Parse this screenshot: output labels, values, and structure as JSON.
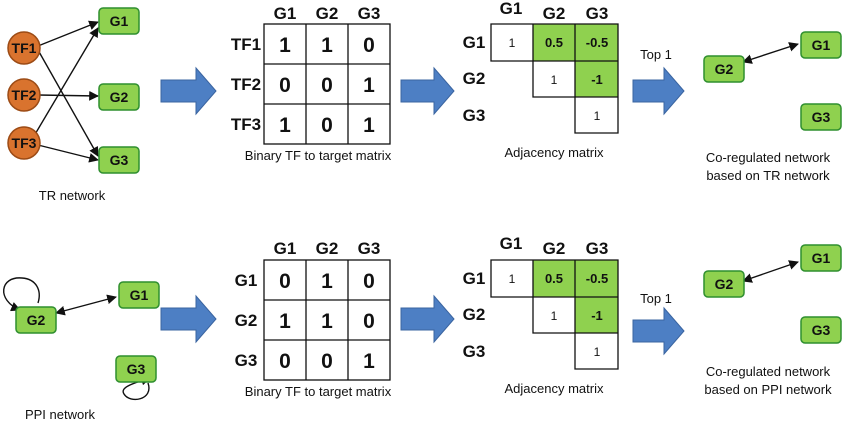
{
  "colors": {
    "gene_fill": "#8fd14f",
    "gene_stroke": "#2f8f2f",
    "tf_fill": "#d9732e",
    "tf_stroke": "#9c4b15",
    "arrow_fill": "#4d7fc4",
    "arrow_stroke": "#3a64a0",
    "highlight": "#8fd14f"
  },
  "rows": [
    {
      "network_label": "TR network",
      "tf_nodes": [
        "TF1",
        "TF2",
        "TF3"
      ],
      "gene_nodes": [
        "G1",
        "G2",
        "G3"
      ],
      "binary_matrix": {
        "col_headers": [
          "G1",
          "G2",
          "G3"
        ],
        "row_headers": [
          "TF1",
          "TF2",
          "TF3"
        ],
        "values": [
          [
            "1",
            "1",
            "0"
          ],
          [
            "0",
            "0",
            "1"
          ],
          [
            "1",
            "0",
            "1"
          ]
        ],
        "caption": "Binary TF to target matrix"
      },
      "adjacency": {
        "col_headers": [
          "G1",
          "G2",
          "G3"
        ],
        "row_headers": [
          "G1",
          "G2",
          "G3"
        ],
        "r0": [
          "1",
          "0.5",
          "-0.5"
        ],
        "r1": [
          "1",
          "-1"
        ],
        "r2": [
          "1"
        ],
        "caption": "Adjacency matrix"
      },
      "top_label": "Top 1",
      "result_nodes": [
        "G1",
        "G2",
        "G3"
      ],
      "result_caption_1": "Co-regulated network",
      "result_caption_2": "based on TR network"
    },
    {
      "network_label": "PPI network",
      "gene_nodes": [
        "G1",
        "G2",
        "G3"
      ],
      "binary_matrix": {
        "col_headers": [
          "G1",
          "G2",
          "G3"
        ],
        "row_headers": [
          "G1",
          "G2",
          "G3"
        ],
        "values": [
          [
            "0",
            "1",
            "0"
          ],
          [
            "1",
            "1",
            "0"
          ],
          [
            "0",
            "0",
            "1"
          ]
        ],
        "caption": "Binary TF to target matrix"
      },
      "adjacency": {
        "col_headers": [
          "G1",
          "G2",
          "G3"
        ],
        "row_headers": [
          "G1",
          "G2",
          "G3"
        ],
        "r0": [
          "1",
          "0.5",
          "-0.5"
        ],
        "r1": [
          "1",
          "-1"
        ],
        "r2": [
          "1"
        ],
        "caption": "Adjacency matrix"
      },
      "top_label": "Top 1",
      "result_nodes": [
        "G1",
        "G2",
        "G3"
      ],
      "result_caption_1": "Co-regulated network",
      "result_caption_2": "based on PPI network"
    }
  ]
}
